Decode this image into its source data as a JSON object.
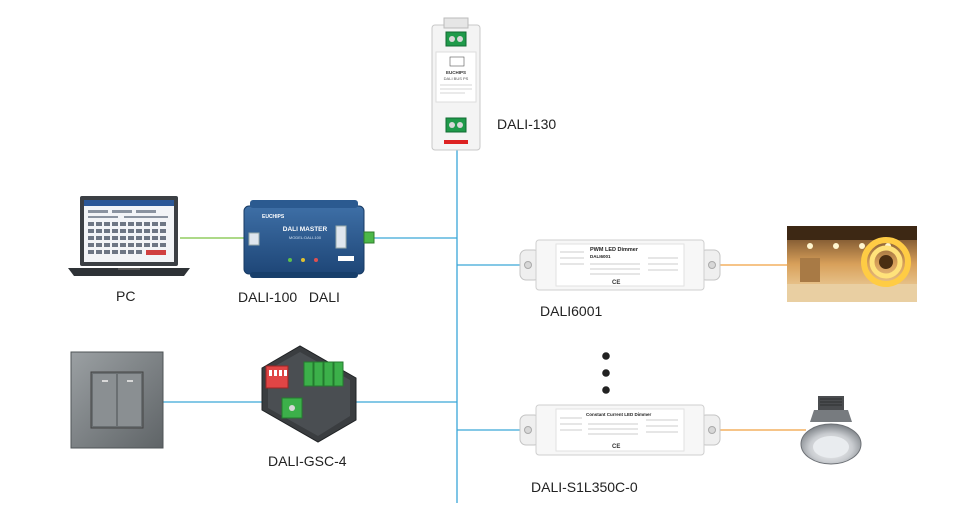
{
  "devices": {
    "power_supply": {
      "label": "DALI-130",
      "brand": "EUCHIPS",
      "model": "DALI BUS PS"
    },
    "pc": {
      "label": "PC"
    },
    "master": {
      "label": "DALI-100   DALI",
      "title": "DALI MASTER",
      "brand": "EUCHIPS",
      "model": "MODEL:DALI-100"
    },
    "dimmer_pwm": {
      "label": "DALI6001",
      "title": "PWM LED Dimmer",
      "model": "DALI6001"
    },
    "dimmer_cc": {
      "label": "DALI-S1L350C-0",
      "title": "Constant Current LED Dimmer"
    },
    "switch": {
      "label": ""
    },
    "gsc": {
      "label": "DALI-GSC-4"
    }
  },
  "colors": {
    "bus_line": "#3aa6d8",
    "pc_link": "#7cc242",
    "led_line": "#f0a040"
  }
}
